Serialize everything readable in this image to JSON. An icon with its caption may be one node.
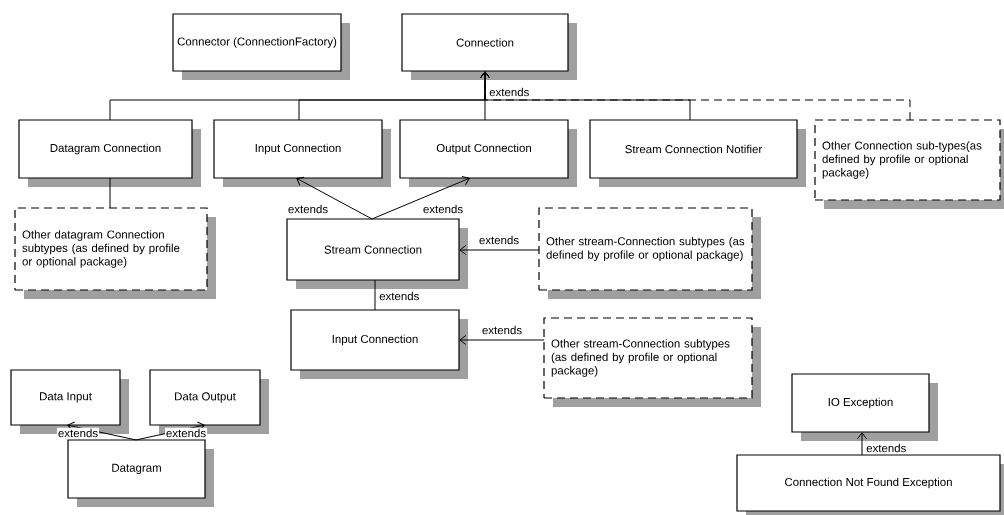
{
  "diagram": {
    "nodes": [
      {
        "text": [
          "Connector (ConnectionFactory)"
        ]
      },
      {
        "text": [
          "Connection"
        ]
      },
      {
        "text": [
          "Datagram Connection"
        ]
      },
      {
        "text": [
          "Input Connection"
        ]
      },
      {
        "text": [
          "Output Connection"
        ]
      },
      {
        "text": [
          "Stream Connection Notifier"
        ]
      },
      {
        "text": [
          "Other Connection sub-types(as defined by profile or optional package)"
        ]
      },
      {
        "text": [
          "Other datagram Connection subtypes (as defined by profile or optional package)"
        ]
      },
      {
        "text": [
          "Stream Connection"
        ]
      },
      {
        "text": [
          "Other stream-Connection subtypes (as defined by profile or optional package)"
        ]
      },
      {
        "text": [
          "Input Connection"
        ]
      },
      {
        "text": [
          "Other stream-Connection subtypes (as defined by profile or optional package)"
        ]
      },
      {
        "text": [
          "Data Input"
        ]
      },
      {
        "text": [
          "Data Output"
        ]
      },
      {
        "text": [
          "Datagram"
        ]
      },
      {
        "text": [
          "IO Exception"
        ]
      },
      {
        "text": [
          "Connection Not Found Exception"
        ]
      }
    ],
    "edges": [
      {
        "from": 2,
        "to": 1,
        "arrow": "to"
      },
      {
        "from": 3,
        "to": 1,
        "arrow": "to"
      },
      {
        "from": 4,
        "to": 1,
        "arrow": "to",
        "label": "extends"
      },
      {
        "from": 5,
        "to": 1,
        "arrow": "to"
      },
      {
        "from": 6,
        "to": 1,
        "arrow": "to",
        "style": "dashed"
      },
      {
        "from": 7,
        "to": 2,
        "arrow": "none"
      },
      {
        "from": 8,
        "to": 3,
        "arrow": "to",
        "label": "extends"
      },
      {
        "from": 8,
        "to": 4,
        "arrow": "to",
        "label": "extends"
      },
      {
        "from": 9,
        "to": 8,
        "arrow": "to",
        "label": "extends"
      },
      {
        "from": 10,
        "to": 8,
        "arrow": "none",
        "label": "extends"
      },
      {
        "from": 11,
        "to": 10,
        "arrow": "to",
        "label": "extends"
      },
      {
        "from": 14,
        "to": 12,
        "arrow": "to",
        "label": "extends"
      },
      {
        "from": 14,
        "to": 13,
        "arrow": "to",
        "label": "extends"
      },
      {
        "from": 16,
        "to": 15,
        "arrow": "to",
        "label": "extends"
      }
    ]
  }
}
